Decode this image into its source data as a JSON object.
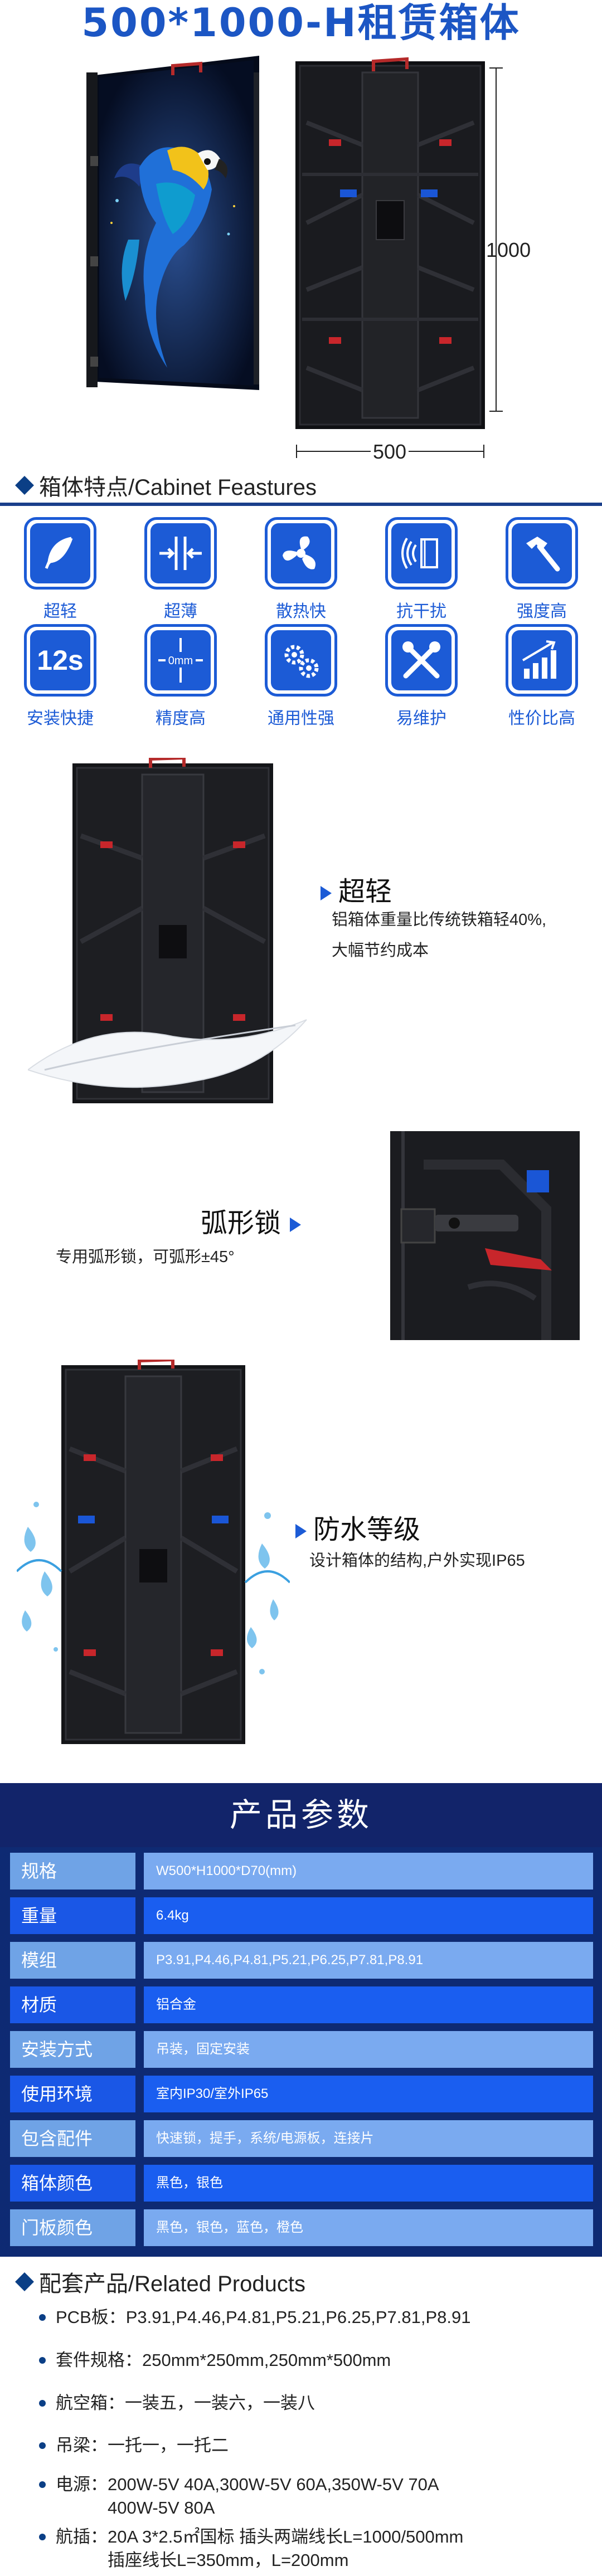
{
  "header": {
    "title": "500*1000-H租赁箱体"
  },
  "hero": {
    "height_label": "1000",
    "width_label": "500"
  },
  "features_section": {
    "heading": "箱体特点/Cabinet Feastures"
  },
  "features": [
    {
      "label": "超轻",
      "icon": "feather-icon"
    },
    {
      "label": "超薄",
      "icon": "thin-arrows-icon"
    },
    {
      "label": "散热快",
      "icon": "fan-icon"
    },
    {
      "label": "抗干扰",
      "icon": "interference-icon"
    },
    {
      "label": "强度高",
      "icon": "hammer-icon"
    },
    {
      "label": "安装快捷",
      "icon": "12s-icon",
      "icon_text": "12s"
    },
    {
      "label": "精度高",
      "icon": "precision-grid-icon",
      "icon_text": "0mm"
    },
    {
      "label": "通用性强",
      "icon": "gears-icon"
    },
    {
      "label": "易维护",
      "icon": "tools-icon"
    },
    {
      "label": "性价比高",
      "icon": "bar-growth-icon"
    }
  ],
  "highlights": {
    "light": {
      "title": "超轻",
      "desc_1": "铝箱体重量比传统铁箱轻40%,",
      "desc_2": "大幅节约成本"
    },
    "lock": {
      "title": "弧形锁",
      "desc": "专用弧形锁，可弧形±45°"
    },
    "waterproof": {
      "title": "防水等级",
      "desc": "设计箱体的结构,户外实现IP65"
    }
  },
  "params": {
    "heading": "产品参数",
    "rows": [
      {
        "label": "规格",
        "value": "W500*H1000*D70(mm)"
      },
      {
        "label": "重量",
        "value": "6.4kg"
      },
      {
        "label": "模组",
        "value": "P3.91,P4.46,P4.81,P5.21,P6.25,P7.81,P8.91"
      },
      {
        "label": "材质",
        "value": "铝合金"
      },
      {
        "label": "安装方式",
        "value": "吊装，固定安装"
      },
      {
        "label": "使用环境",
        "value": "室内IP30/室外IP65"
      },
      {
        "label": "包含配件",
        "value": "快速锁，提手，系统/电源板，连接片"
      },
      {
        "label": "箱体颜色",
        "value": "黑色，银色"
      },
      {
        "label": "门板颜色",
        "value": "黑色，银色，蓝色，橙色"
      }
    ],
    "colors": {
      "label_light": "#6fa3e6",
      "label_dark": "#1a57e6",
      "value_light": "#7aaaf0",
      "value_dark": "#1a5ef0",
      "banner": "#12246a"
    }
  },
  "related": {
    "heading": "配套产品/Related Products",
    "items": [
      {
        "key": "PCB板：",
        "value": "P3.91,P4.46,P4.81,P5.21,P6.25,P7.81,P8.91"
      },
      {
        "key": "套件规格：",
        "value": "250mm*250mm,250mm*500mm"
      },
      {
        "key": "航空箱：",
        "value": "一装五，一装六，一装八"
      },
      {
        "key": "吊梁：",
        "value": "一托一，一托二"
      },
      {
        "key": "电源：",
        "value": "200W-5V 40A,300W-5V 60A,350W-5V 70A",
        "value_2": "400W-5V 80A"
      },
      {
        "key": "航插：",
        "value": "20A 3*2.5㎡国标 插头两端线长L=1000/500mm",
        "value_2": "插座线长L=350mm，L=200mm"
      }
    ]
  }
}
